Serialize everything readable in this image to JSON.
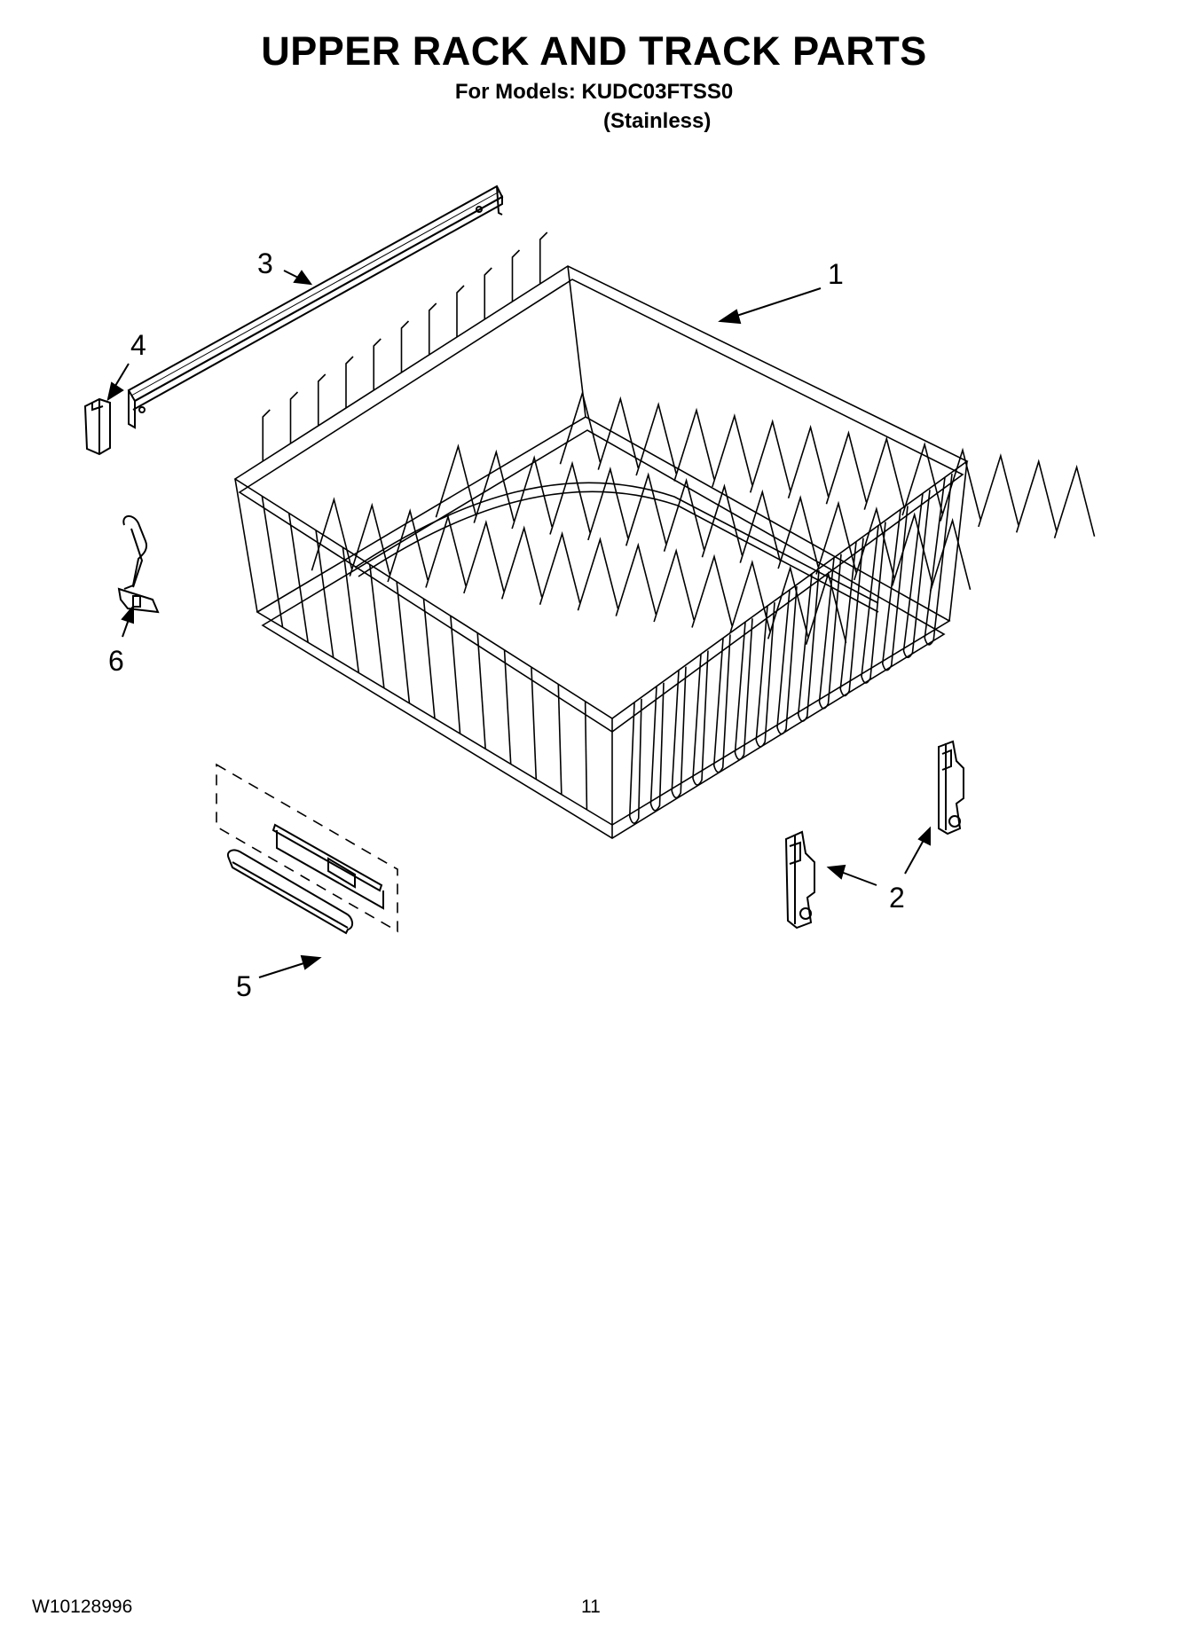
{
  "header": {
    "title": "UPPER RACK AND TRACK PARTS",
    "models_line": "For Models: KUDC03FTSS0",
    "finish": "(Stainless)"
  },
  "callouts": {
    "c1": "1",
    "c2": "2",
    "c3": "3",
    "c4": "4",
    "c5": "5",
    "c6": "6"
  },
  "footer": {
    "doc_number": "W10128996",
    "page_number": "11"
  }
}
